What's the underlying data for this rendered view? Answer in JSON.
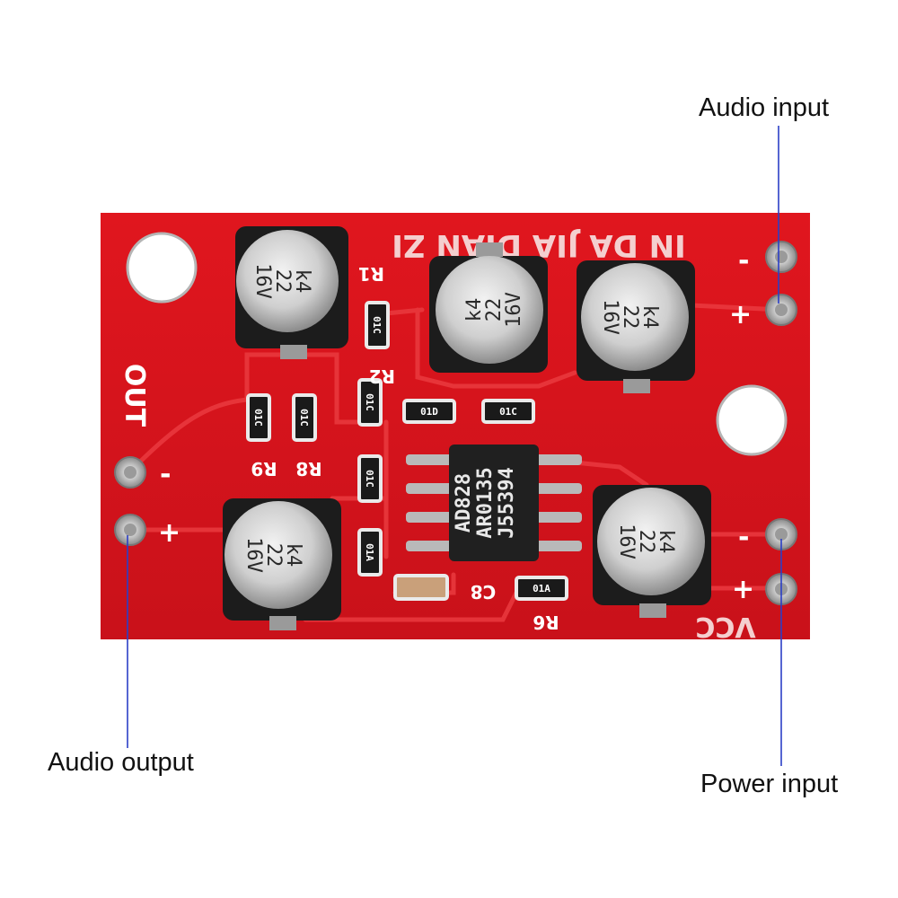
{
  "callouts": {
    "audio_input": "Audio input",
    "audio_output": "Audio output",
    "power_input": "Power input"
  },
  "board": {
    "header_text": "IN DA JIA DIAN ZI",
    "out_label": "OUT",
    "vcc_label": "VCC",
    "minus": "-",
    "plus": "+",
    "chip_lines": [
      "AD828",
      "AR0135",
      "J55394"
    ],
    "capacitor_lines": [
      "k4",
      "22",
      "16V"
    ],
    "refs": [
      "R1",
      "R2",
      "R9",
      "R8",
      "C8",
      "R6"
    ],
    "smd_codes": [
      "01C",
      "01D",
      "01A"
    ]
  },
  "colors": {
    "pcb": "#d8141c",
    "callout_line": "#2b3fc7"
  }
}
